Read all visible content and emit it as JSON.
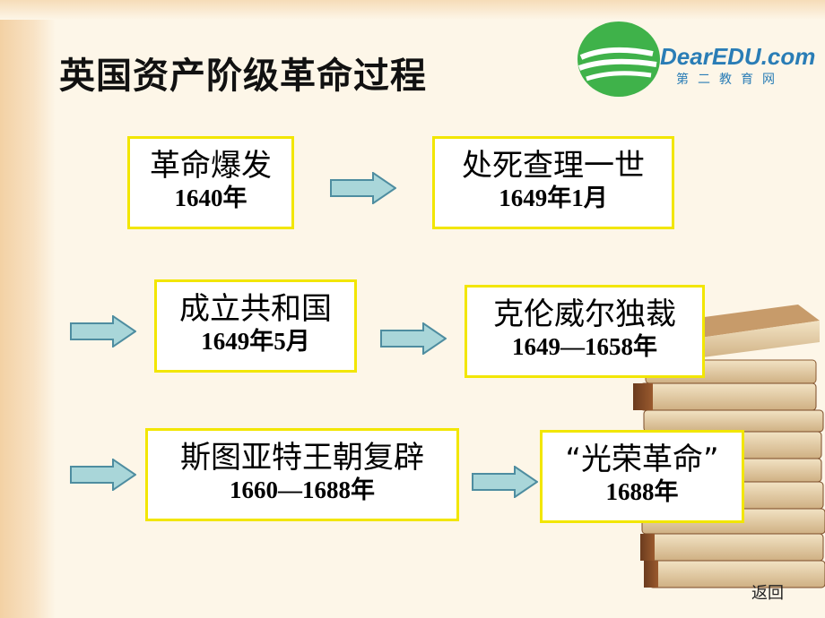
{
  "slide": {
    "title": "英国资产阶级革命过程",
    "logo": {
      "brand": "DearEDU.com",
      "subtitle": "第二教育网"
    },
    "back_label": "返回"
  },
  "boxes": [
    {
      "name": "revolution-outbreak",
      "main": "革命爆发",
      "sub": "1640年"
    },
    {
      "name": "execution-charles-i",
      "main": "处死查理一世",
      "sub": "1649年1月"
    },
    {
      "name": "republic-established",
      "main": "成立共和国",
      "sub": "1649年5月"
    },
    {
      "name": "cromwell-dictatorship",
      "main": "克伦威尔独裁",
      "sub": "1649—1658年"
    },
    {
      "name": "stuart-restoration",
      "main": "斯图亚特王朝复辟",
      "sub": "1660—1688年"
    },
    {
      "name": "glorious-revolution",
      "main": "“光荣革命”",
      "sub": "1688年"
    }
  ],
  "colors": {
    "box_border": "#f2e600",
    "arrow_fill": "#a9d6d9",
    "arrow_stroke": "#4e8da0",
    "logo_green": "#3fb24a",
    "logo_blue": "#2a7db6"
  }
}
